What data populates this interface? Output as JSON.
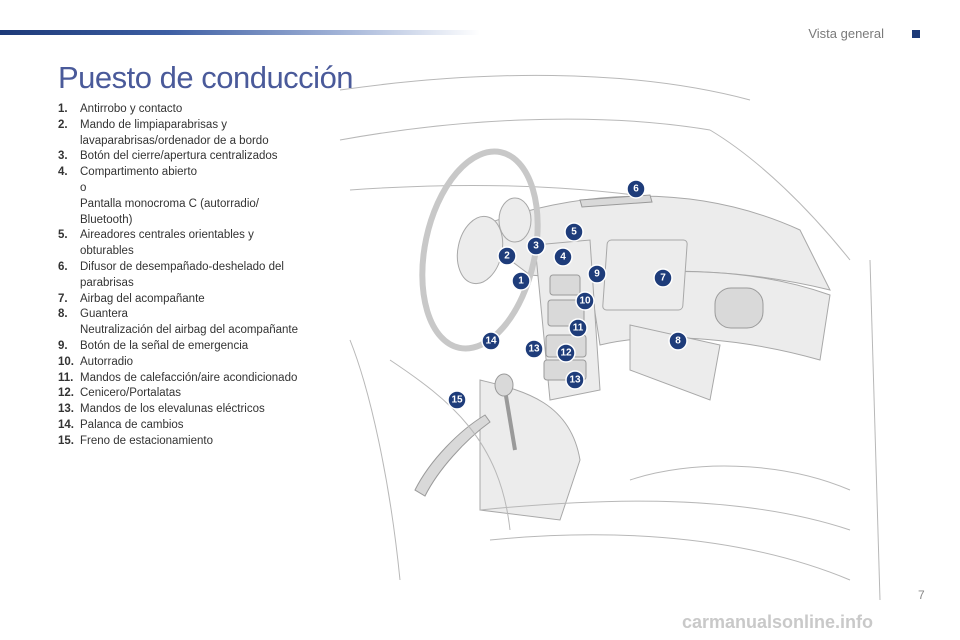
{
  "header": {
    "section_title": "Vista general"
  },
  "page": {
    "title": "Puesto de conducción",
    "number": "7"
  },
  "legend": [
    {
      "num": "1.",
      "text": "Antirrobo y contacto"
    },
    {
      "num": "2.",
      "text": "Mando de limpiaparabrisas y\nlavaparabrisas/ordenador de a bordo"
    },
    {
      "num": "3.",
      "text": "Botón del cierre/apertura centralizados"
    },
    {
      "num": "4.",
      "text": "Compartimento abierto\no\nPantalla monocroma C (autorradio/\nBluetooth)"
    },
    {
      "num": "5.",
      "text": "Aireadores centrales orientables y\nobturables"
    },
    {
      "num": "6.",
      "text": "Difusor de desempañado-deshelado del\nparabrisas"
    },
    {
      "num": "7.",
      "text": "Airbag del acompañante"
    },
    {
      "num": "8.",
      "text": "Guantera\nNeutralización del airbag del acompañante"
    },
    {
      "num": "9.",
      "text": "Botón de la señal de emergencia"
    },
    {
      "num": "10.",
      "text": "Autorradio"
    },
    {
      "num": "11.",
      "text": "Mandos de calefacción/aire acondicionado"
    },
    {
      "num": "12.",
      "text": "Cenicero/Portalatas"
    },
    {
      "num": "13.",
      "text": "Mandos de los elevalunas eléctricos"
    },
    {
      "num": "14.",
      "text": "Palanca de cambios"
    },
    {
      "num": "15.",
      "text": "Freno de estacionamiento"
    }
  ],
  "callouts": [
    "1",
    "2",
    "3",
    "4",
    "5",
    "6",
    "7",
    "8",
    "9",
    "10",
    "11",
    "12",
    "13",
    "13",
    "14",
    "15"
  ],
  "watermark": "carmanualsonline.info",
  "colors": {
    "brand_blue": "#1e3c7a",
    "title_blue": "#4a5a9a"
  }
}
